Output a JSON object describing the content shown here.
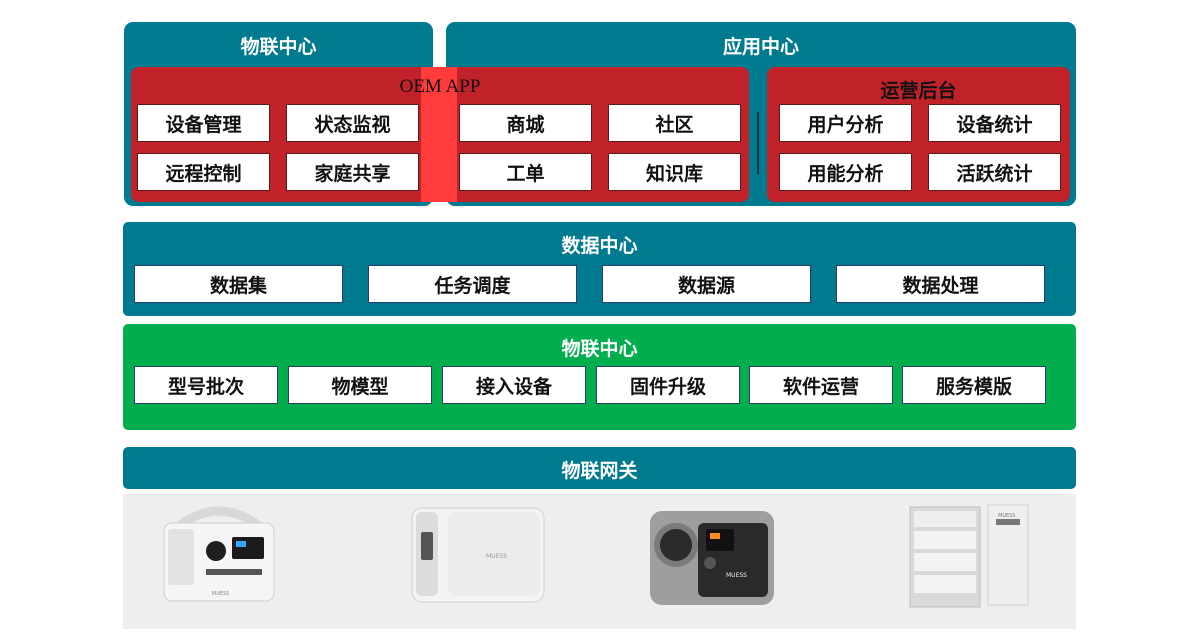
{
  "colors": {
    "teal": "#007a8f",
    "red": "#c1222a",
    "green": "#00ae4d",
    "device_bg": "#eeeeee"
  },
  "iot_center_top": {
    "title": "物联中心"
  },
  "app_center": {
    "title": "应用中心"
  },
  "oem_app": {
    "title": "OEM APP",
    "items": [
      "设备管理",
      "状态监视",
      "远程控制",
      "家庭共享",
      "商城",
      "社区",
      "工单",
      "知识库"
    ]
  },
  "ops_backend": {
    "title": "运营后台",
    "items": [
      "用户分析",
      "设备统计",
      "用能分析",
      "活跃统计"
    ]
  },
  "data_center": {
    "title": "数据中心",
    "items": [
      "数据集",
      "任务调度",
      "数据源",
      "数据处理"
    ]
  },
  "iot_center_bottom": {
    "title": "物联中心",
    "items": [
      "型号批次",
      "物模型",
      "接入设备",
      "固件升级",
      "软件运营",
      "服务模版"
    ]
  },
  "gateway": {
    "title": "物联网关"
  },
  "devices": {
    "brand": "MUESS",
    "items": [
      "portable-power-station-handle",
      "portable-power-station-white",
      "portable-power-station-grey",
      "home-battery-storage-rack"
    ]
  }
}
